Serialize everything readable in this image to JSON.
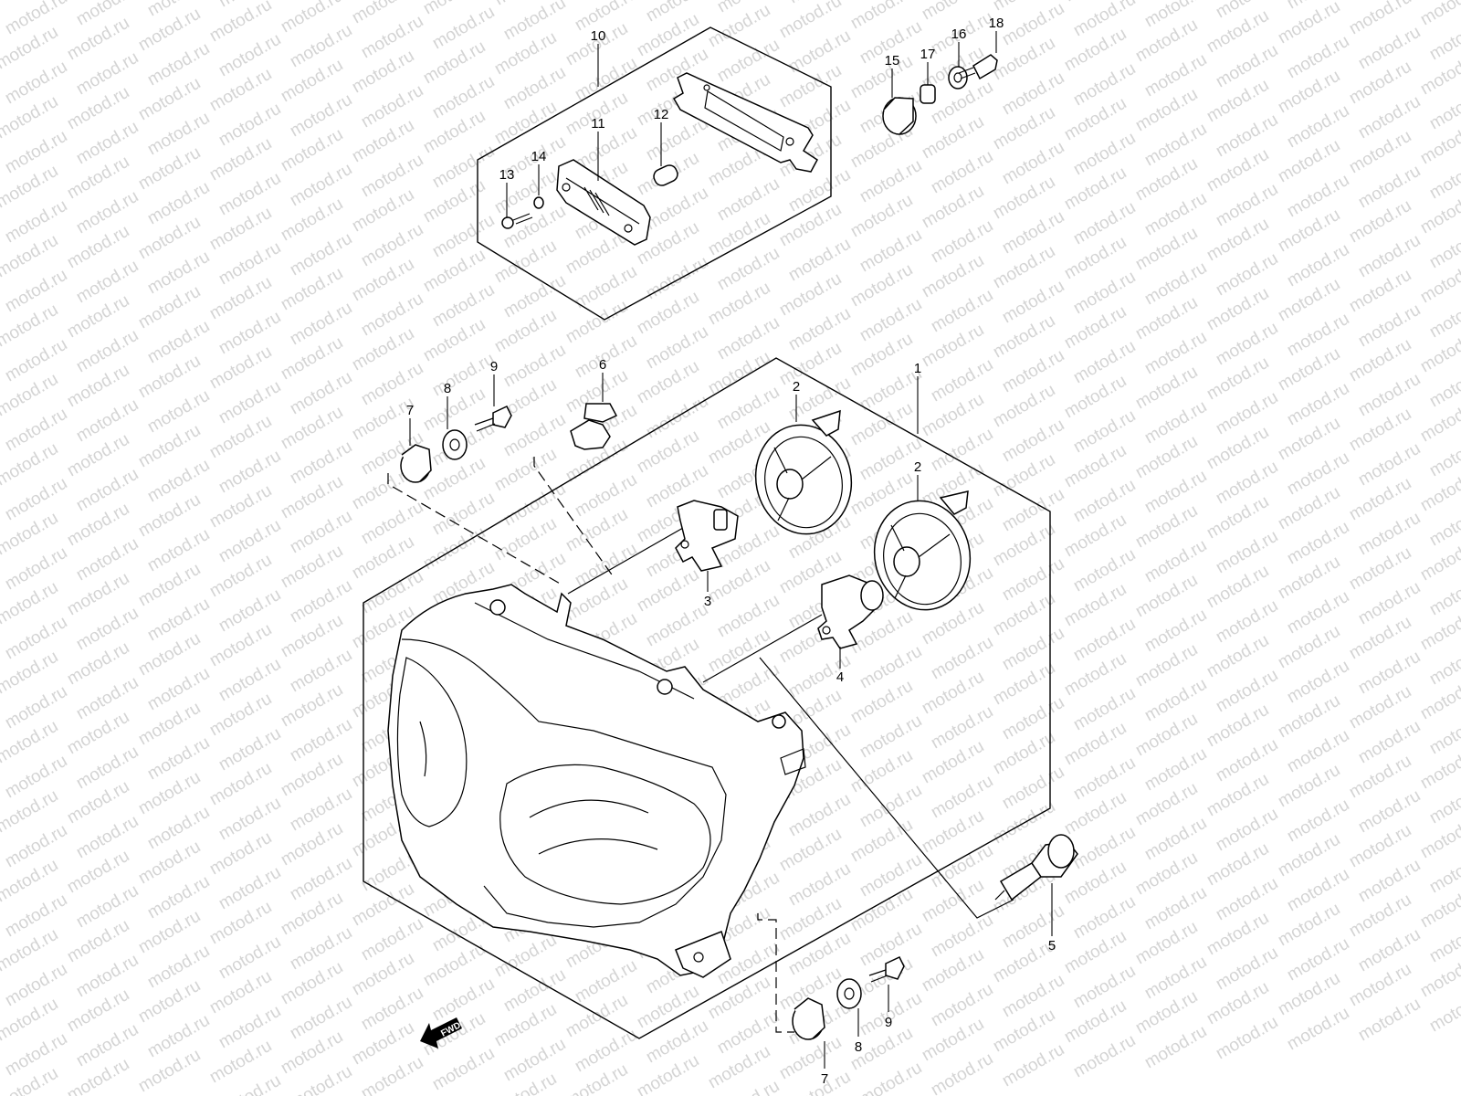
{
  "watermark": {
    "text": "motod.ru",
    "color": "#d4d4d4"
  },
  "fwd_label": "FWD",
  "parts": [
    {
      "id": "headlamp-assembly",
      "number": "1"
    },
    {
      "id": "socket-upper",
      "number": "2"
    },
    {
      "id": "socket-lower",
      "number": "2"
    },
    {
      "id": "holder-3",
      "number": "3"
    },
    {
      "id": "holder-4",
      "number": "4"
    },
    {
      "id": "bulb-5",
      "number": "5"
    },
    {
      "id": "bulb-6",
      "number": "6"
    },
    {
      "id": "cushion-upper",
      "number": "7"
    },
    {
      "id": "washer-upper",
      "number": "8"
    },
    {
      "id": "bolt-upper",
      "number": "9"
    },
    {
      "id": "position-lamp-assembly",
      "number": "10"
    },
    {
      "id": "lens-11",
      "number": "11"
    },
    {
      "id": "bulb-12",
      "number": "12"
    },
    {
      "id": "screw-13",
      "number": "13"
    },
    {
      "id": "washer-14",
      "number": "14"
    },
    {
      "id": "cushion-15",
      "number": "15"
    },
    {
      "id": "spacer-17",
      "number": "17"
    },
    {
      "id": "washer-16",
      "number": "16"
    },
    {
      "id": "bolt-18",
      "number": "18"
    },
    {
      "id": "cushion-lower",
      "number": "7"
    },
    {
      "id": "washer-lower",
      "number": "8"
    },
    {
      "id": "bolt-lower",
      "number": "9"
    }
  ]
}
